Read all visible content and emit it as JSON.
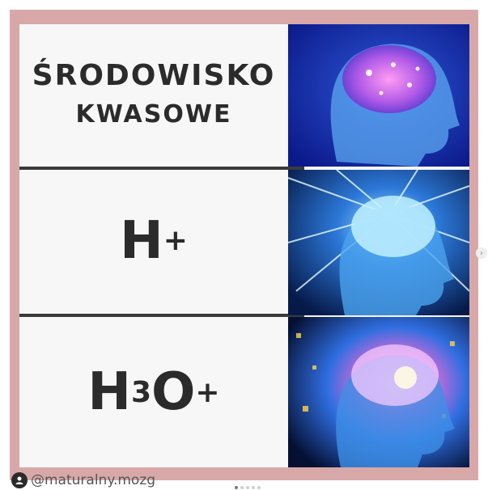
{
  "meme": {
    "panels": [
      {
        "line1": "ŚRODOWISKO",
        "line2": "KWASOWE"
      },
      {
        "base": "H",
        "sup": "+"
      },
      {
        "base": "H",
        "sub": "3",
        "base2": "O",
        "sup": "+"
      }
    ],
    "watermark": "@maturalny.mozg"
  },
  "colors": {
    "frame": "#d8a8a8",
    "panel_bg": "#f7f7f8",
    "ink": "#2b2b2b"
  }
}
